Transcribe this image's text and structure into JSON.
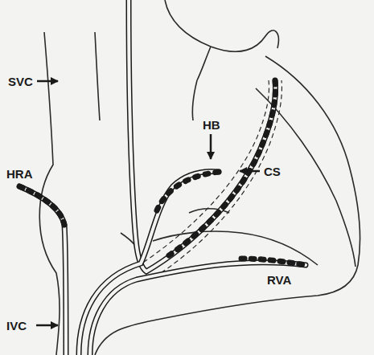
{
  "diagram": {
    "labels": [
      "SVC",
      "HRA",
      "HB",
      "CS",
      "RVA",
      "IVC"
    ]
  }
}
